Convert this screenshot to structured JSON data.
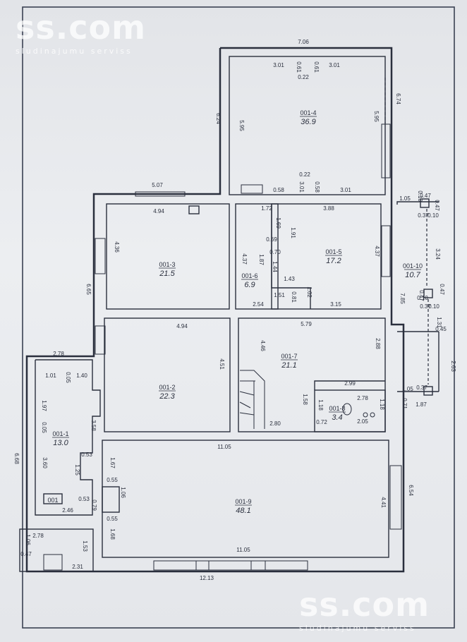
{
  "watermark": {
    "brand": "ss.com",
    "tagline": "sludinajumu serviss"
  },
  "tag": "001",
  "rooms": [
    {
      "id": "001-1",
      "area": "13.0"
    },
    {
      "id": "001-2",
      "area": "22.3"
    },
    {
      "id": "001-3",
      "area": "21.5"
    },
    {
      "id": "001-4",
      "area": "36.9"
    },
    {
      "id": "001-5",
      "area": "17.2"
    },
    {
      "id": "001-6",
      "area": "6.9"
    },
    {
      "id": "001-7",
      "area": "21.1"
    },
    {
      "id": "001-8",
      "area": "3.4"
    },
    {
      "id": "001-9",
      "area": "48.1"
    },
    {
      "id": "001-10",
      "area": "10.7"
    }
  ],
  "dimensions": [
    "7.06",
    "3.01",
    "0.61",
    "0.61",
    "3.01",
    "0.22",
    "6.24",
    "5.95",
    "5.95",
    "6.74",
    "0.22",
    "3.01",
    "0.58",
    "0.58",
    "3.01",
    "5.07",
    "4.94",
    "1.72",
    "3.88",
    "1.05",
    "0.10",
    "0.47",
    "0.47",
    "0.37",
    "0.10",
    "1.69",
    "1.91",
    "4.36",
    "0.69",
    "4.37",
    "1.87",
    "0.70",
    "4.37",
    "1.44",
    "3.24",
    "1.43",
    "6.65",
    "1.51",
    "0.81",
    "1.02",
    "7.85",
    "0.47",
    "0.10",
    "0.37",
    "0.10",
    "0.47",
    "2.54",
    "3.15",
    "1.31",
    "4.94",
    "5.79",
    "0.45",
    "2.78",
    "4.46",
    "2.88",
    "2.63",
    "1.01",
    "0.05",
    "1.40",
    "4.51",
    "2.99",
    "1.97",
    "1.05",
    "0.37",
    "1.58",
    "2.78",
    "0.71",
    "1.87",
    "1.18",
    "1.18",
    "3.58",
    "0.05",
    "0.72",
    "2.05",
    "2.80",
    "11.05",
    "6.68",
    "3.60",
    "0.53",
    "1.67",
    "1.25",
    "0.55",
    "1.06",
    "6.54",
    "4.41",
    "0.53",
    "0.79",
    "2.46",
    "0.55",
    "1.68",
    "1.06",
    "2.78",
    "1.53",
    "0.47",
    "11.05",
    "2.31",
    "12.13"
  ]
}
